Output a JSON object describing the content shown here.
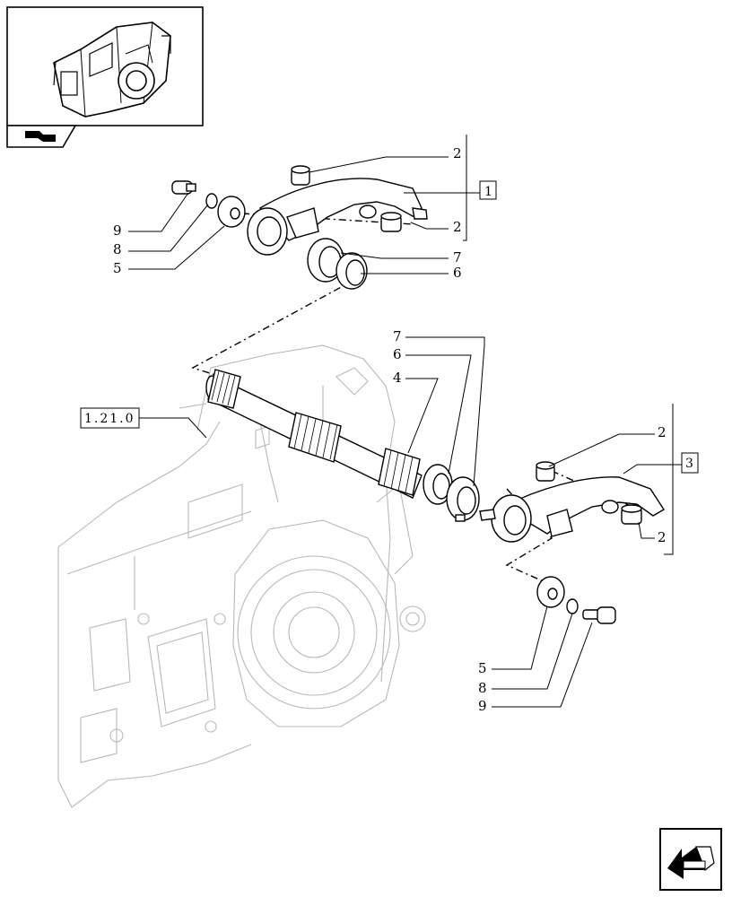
{
  "diagram": {
    "callouts": {
      "top_2a": "2",
      "top_2b": "2",
      "top_ref_1": "1",
      "top_9": "9",
      "top_8": "8",
      "top_5": "5",
      "top_7": "7",
      "top_6": "6",
      "mid_7": "7",
      "mid_6": "6",
      "mid_4": "4",
      "mid_ref_1210": "1.21.0",
      "right_2a": "2",
      "right_ref_3": "3",
      "right_2b": "2",
      "bot_5": "5",
      "bot_8": "8",
      "bot_9": "9"
    },
    "icons": [
      "thumbnail-transmission-icon",
      "nav-arrow-icon",
      "next-page-arrow-icon"
    ]
  }
}
